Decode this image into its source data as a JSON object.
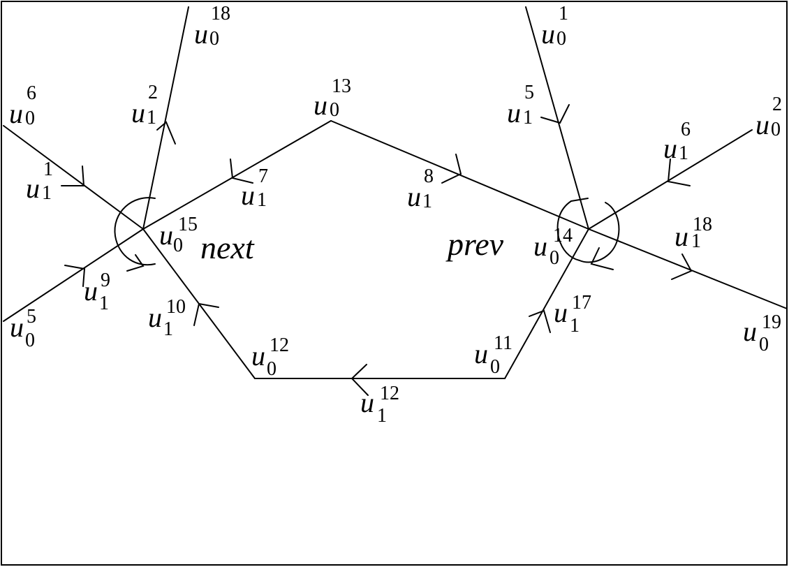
{
  "diagram": {
    "words": {
      "next": "next",
      "prev": "prev"
    },
    "labels": {
      "u0_18": {
        "base": "u",
        "sub": "0",
        "sup": "18"
      },
      "u0_1": {
        "base": "u",
        "sub": "0",
        "sup": "1"
      },
      "u0_6": {
        "base": "u",
        "sub": "0",
        "sup": "6"
      },
      "u1_2": {
        "base": "u",
        "sub": "1",
        "sup": "2"
      },
      "u0_13": {
        "base": "u",
        "sub": "0",
        "sup": "13"
      },
      "u1_5": {
        "base": "u",
        "sub": "1",
        "sup": "5"
      },
      "u0_2": {
        "base": "u",
        "sub": "0",
        "sup": "2"
      },
      "u1_6": {
        "base": "u",
        "sub": "1",
        "sup": "6"
      },
      "u1_1": {
        "base": "u",
        "sub": "1",
        "sup": "1"
      },
      "u1_7": {
        "base": "u",
        "sub": "1",
        "sup": "7"
      },
      "u1_8": {
        "base": "u",
        "sub": "1",
        "sup": "8"
      },
      "u0_15": {
        "base": "u",
        "sub": "0",
        "sup": "15"
      },
      "u0_14": {
        "base": "u",
        "sub": "0",
        "sup": "14"
      },
      "u1_18": {
        "base": "u",
        "sub": "1",
        "sup": "18"
      },
      "u1_9": {
        "base": "u",
        "sub": "1",
        "sup": "9"
      },
      "u1_10": {
        "base": "u",
        "sub": "1",
        "sup": "10"
      },
      "u1_17": {
        "base": "u",
        "sub": "1",
        "sup": "17"
      },
      "u0_5": {
        "base": "u",
        "sub": "0",
        "sup": "5"
      },
      "u0_19": {
        "base": "u",
        "sub": "0",
        "sup": "19"
      },
      "u0_12": {
        "base": "u",
        "sub": "0",
        "sup": "12"
      },
      "u0_11": {
        "base": "u",
        "sub": "0",
        "sup": "11"
      },
      "u1_12": {
        "base": "u",
        "sub": "1",
        "sup": "12"
      }
    }
  }
}
